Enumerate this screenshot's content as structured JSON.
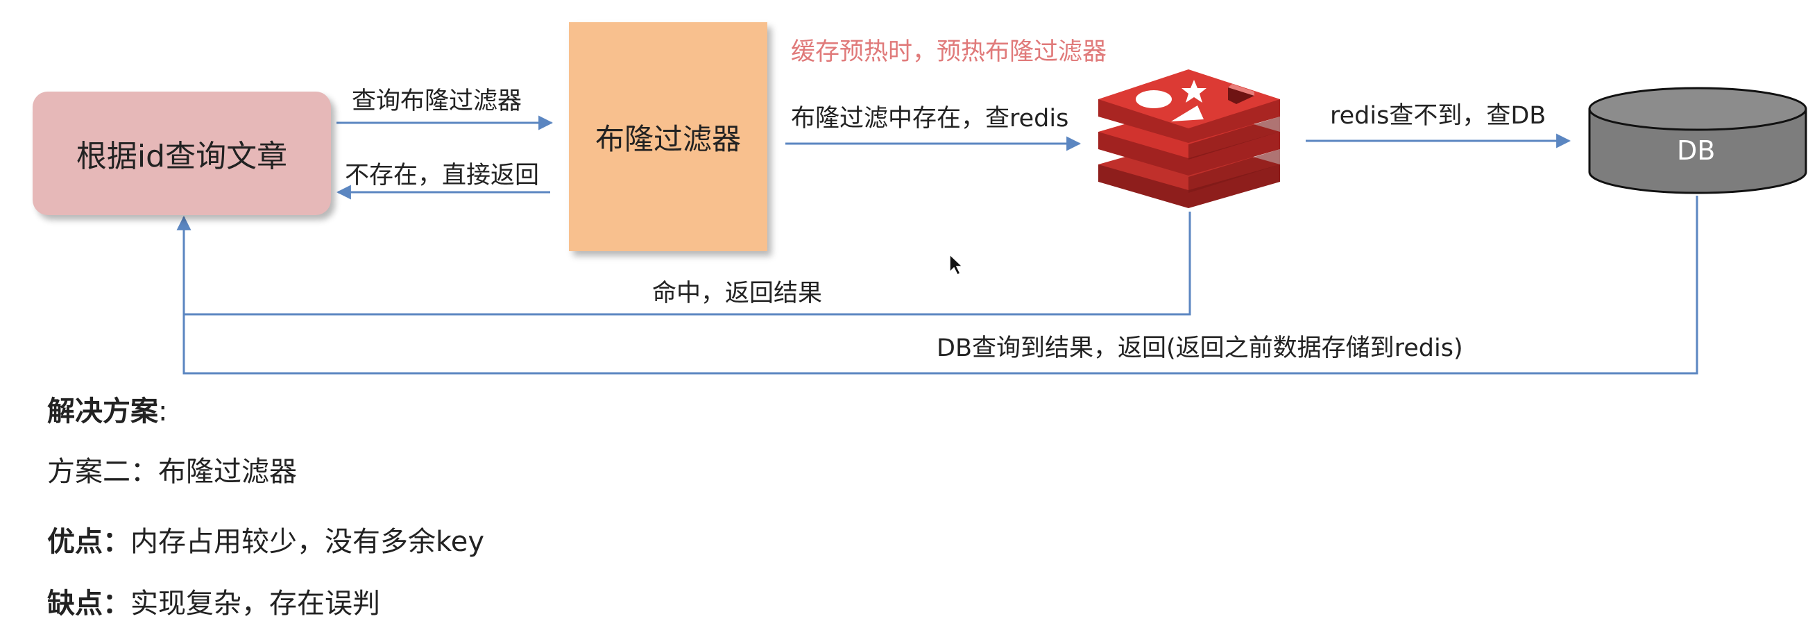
{
  "diagram": {
    "nodes": {
      "query_article": "根据id查询文章",
      "bloom_filter": "布隆过滤器",
      "redis_icon": "redis-logo-icon",
      "db": "DB"
    },
    "edges": {
      "query_bloom": "查询布隆过滤器",
      "not_exist_return": "不存在，直接返回",
      "exist_check_redis": "布隆过滤中存在，查redis",
      "redis_miss_db": "redis查不到，查DB",
      "hit_return": "命中，返回结果",
      "db_return": "DB查询到结果，返回(返回之前数据存储到redis)"
    },
    "annotation": "缓存预热时，预热布隆过滤器",
    "colors": {
      "arrow": "#5b86c1",
      "query_box": "#e6b8b8",
      "bloom_box": "#f8c08e",
      "redis_red": "#d42e2a",
      "db_gray": "#808080",
      "annotation": "#e07a7a"
    }
  },
  "solution": {
    "heading": "解决方案",
    "heading_colon": ":",
    "plan": "方案二：布隆过滤器",
    "pros_label": "优点：",
    "pros_text": "内存占用较少，没有多余key",
    "cons_label": "缺点：",
    "cons_text": "实现复杂，存在误判"
  }
}
